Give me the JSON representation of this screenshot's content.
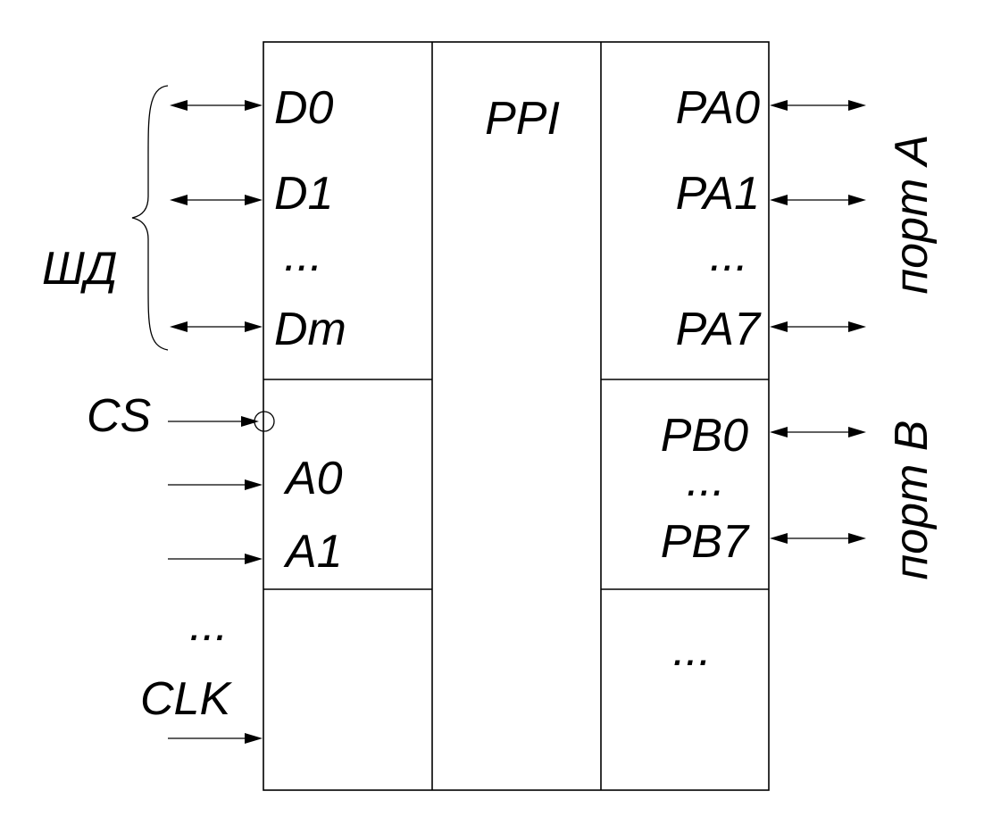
{
  "chip": {
    "name": "PPI"
  },
  "left": {
    "bus_label": "ШД",
    "data_pins": [
      "D0",
      "D1",
      "...",
      "Dm"
    ],
    "cs_label": "CS",
    "addr_pins": [
      "A0",
      "A1"
    ],
    "misc_ellipsis": "...",
    "clk_label": "CLK"
  },
  "right": {
    "port_a_pins": [
      "PA0",
      "PA1",
      "...",
      "PA7"
    ],
    "port_a_label": "порт A",
    "port_b_pins": [
      "PB0",
      "...",
      "PB7"
    ],
    "port_b_label": "порт B",
    "more_ellipsis": "..."
  }
}
